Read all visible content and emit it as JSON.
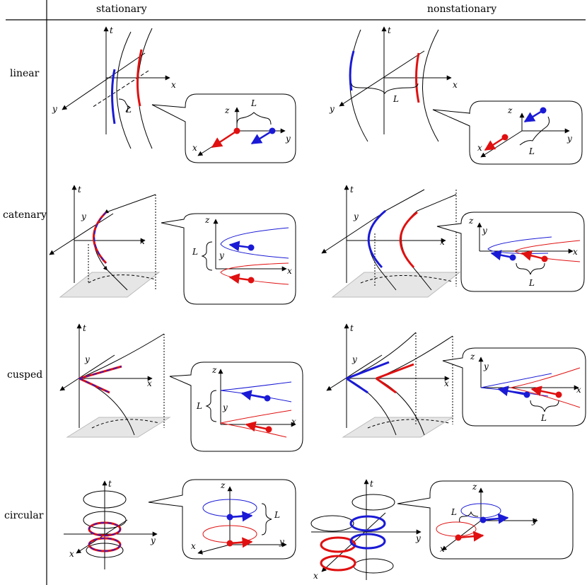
{
  "header": {
    "stationary": "stationary",
    "nonstationary": "nonstationary"
  },
  "rows": {
    "linear": "linear",
    "catenary": "catenary",
    "cusped": "cusped",
    "circular": "circular"
  },
  "axis_labels": {
    "t": "t",
    "x": "x",
    "y": "y",
    "z": "z",
    "L": "L"
  },
  "colors": {
    "blue": "#1a1ad6",
    "red": "#e01010",
    "ground": "#e6e6e6"
  }
}
